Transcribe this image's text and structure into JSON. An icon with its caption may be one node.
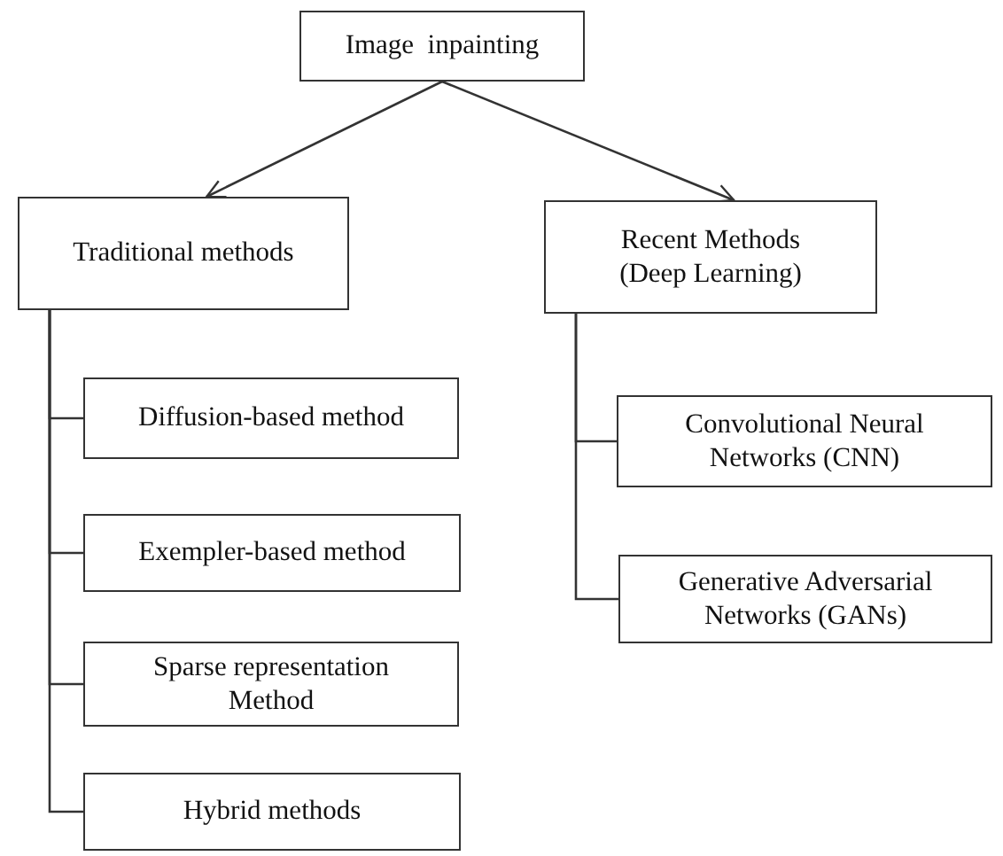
{
  "diagram": {
    "nodes": [
      {
        "text": [
          "Image  inpainting"
        ]
      },
      {
        "text": [
          "Traditional methods"
        ]
      },
      {
        "text": [
          "Recent Methods (Deep Learning)"
        ]
      },
      {
        "text": [
          "Diffusion-based method"
        ]
      },
      {
        "text": [
          "Exempler-based method"
        ]
      },
      {
        "text": [
          "Sparse representation Method"
        ]
      },
      {
        "text": [
          "Hybrid methods"
        ]
      },
      {
        "text": [
          "Convolutional Neural Networks (CNN)"
        ]
      },
      {
        "text": [
          "Generative Adversarial Networks (GANs)"
        ]
      }
    ],
    "edges": [
      {
        "from": 0,
        "to": 1,
        "arrow": "to"
      },
      {
        "from": 0,
        "to": 2,
        "arrow": "to"
      },
      {
        "from": 1,
        "to": 3,
        "arrow": "none"
      },
      {
        "from": 1,
        "to": 4,
        "arrow": "none"
      },
      {
        "from": 1,
        "to": 5,
        "arrow": "none"
      },
      {
        "from": 1,
        "to": 6,
        "arrow": "none"
      },
      {
        "from": 2,
        "to": 7,
        "arrow": "none"
      },
      {
        "from": 2,
        "to": 8,
        "arrow": "none"
      }
    ]
  }
}
